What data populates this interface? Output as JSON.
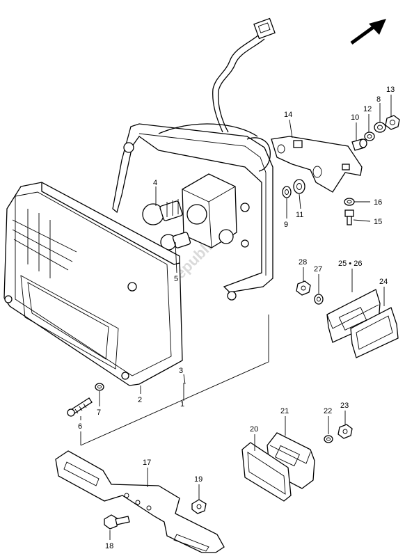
{
  "watermark": "PartsRepublik",
  "parts": [
    {
      "id": "label-1",
      "text": "1"
    },
    {
      "id": "label-2",
      "text": "2"
    },
    {
      "id": "label-3",
      "text": "3"
    },
    {
      "id": "label-4",
      "text": "4"
    },
    {
      "id": "label-5",
      "text": "5"
    },
    {
      "id": "label-6",
      "text": "6"
    },
    {
      "id": "label-7",
      "text": "7"
    },
    {
      "id": "label-8",
      "text": "8"
    },
    {
      "id": "label-9",
      "text": "9"
    },
    {
      "id": "label-10",
      "text": "10"
    },
    {
      "id": "label-11",
      "text": "11"
    },
    {
      "id": "label-12",
      "text": "12"
    },
    {
      "id": "label-13",
      "text": "13"
    },
    {
      "id": "label-14",
      "text": "14"
    },
    {
      "id": "label-15",
      "text": "15"
    },
    {
      "id": "label-16",
      "text": "16"
    },
    {
      "id": "label-17",
      "text": "17"
    },
    {
      "id": "label-18",
      "text": "18"
    },
    {
      "id": "label-19",
      "text": "19"
    },
    {
      "id": "label-20",
      "text": "20"
    },
    {
      "id": "label-21",
      "text": "21"
    },
    {
      "id": "label-22",
      "text": "22"
    },
    {
      "id": "label-23",
      "text": "23"
    },
    {
      "id": "label-24",
      "text": "24"
    },
    {
      "id": "label-25-26",
      "text": "25 • 26"
    },
    {
      "id": "label-27",
      "text": "27"
    },
    {
      "id": "label-28",
      "text": "28"
    }
  ]
}
